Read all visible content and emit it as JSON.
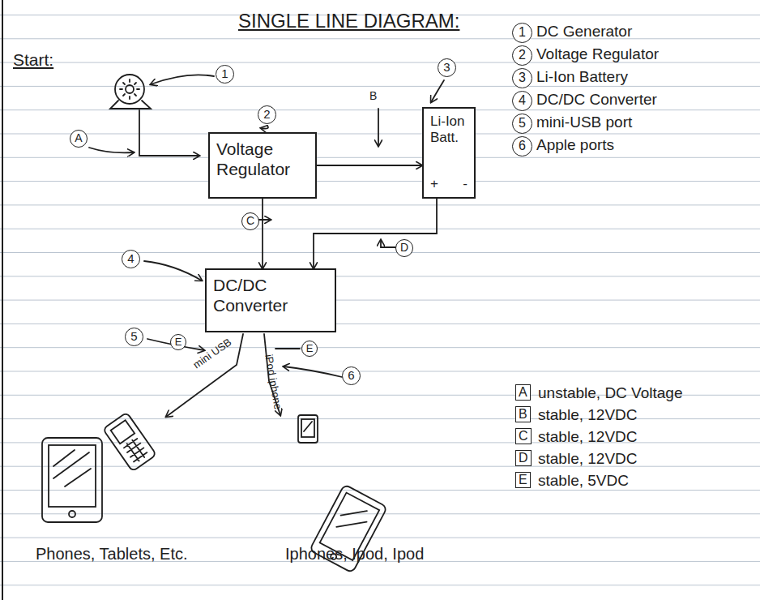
{
  "diagram": {
    "title": "SINGLE LINE DIAGRAM:",
    "nodes": [
      {
        "text": [
          "Voltage Regulator"
        ]
      },
      {
        "text": [
          "Li-Ion Batt.",
          "+",
          "-"
        ]
      },
      {
        "text": [
          "DC/DC Converter"
        ]
      }
    ],
    "edges": [
      {
        "from": 0,
        "to": 1,
        "arrow": "to"
      },
      {
        "from": 0,
        "to": 2,
        "arrow": "to"
      },
      {
        "from": 1,
        "to": 2,
        "arrow": "to"
      }
    ],
    "labels": [
      "Start:",
      "1",
      "2",
      "3",
      "A",
      "B",
      "C",
      "D",
      "4",
      "5",
      "E",
      "E",
      "6",
      "mini USB",
      "iPod iphone",
      "1",
      "DC Generator",
      "2",
      "Voltage Regulator",
      "3",
      "Li-Ion Battery",
      "4",
      "DC/DC Converter",
      "5",
      "mini-USB port",
      "6",
      "Apple ports",
      "A",
      "unstable, DC Voltage",
      "B",
      "stable, 12VDC",
      "C",
      "stable, 12VDC",
      "D",
      "stable, 12VDC",
      "E",
      "stable, 5VDC",
      "Phones, Tablets, Etc.",
      "Iphones, Ipod, Ipod"
    ]
  }
}
